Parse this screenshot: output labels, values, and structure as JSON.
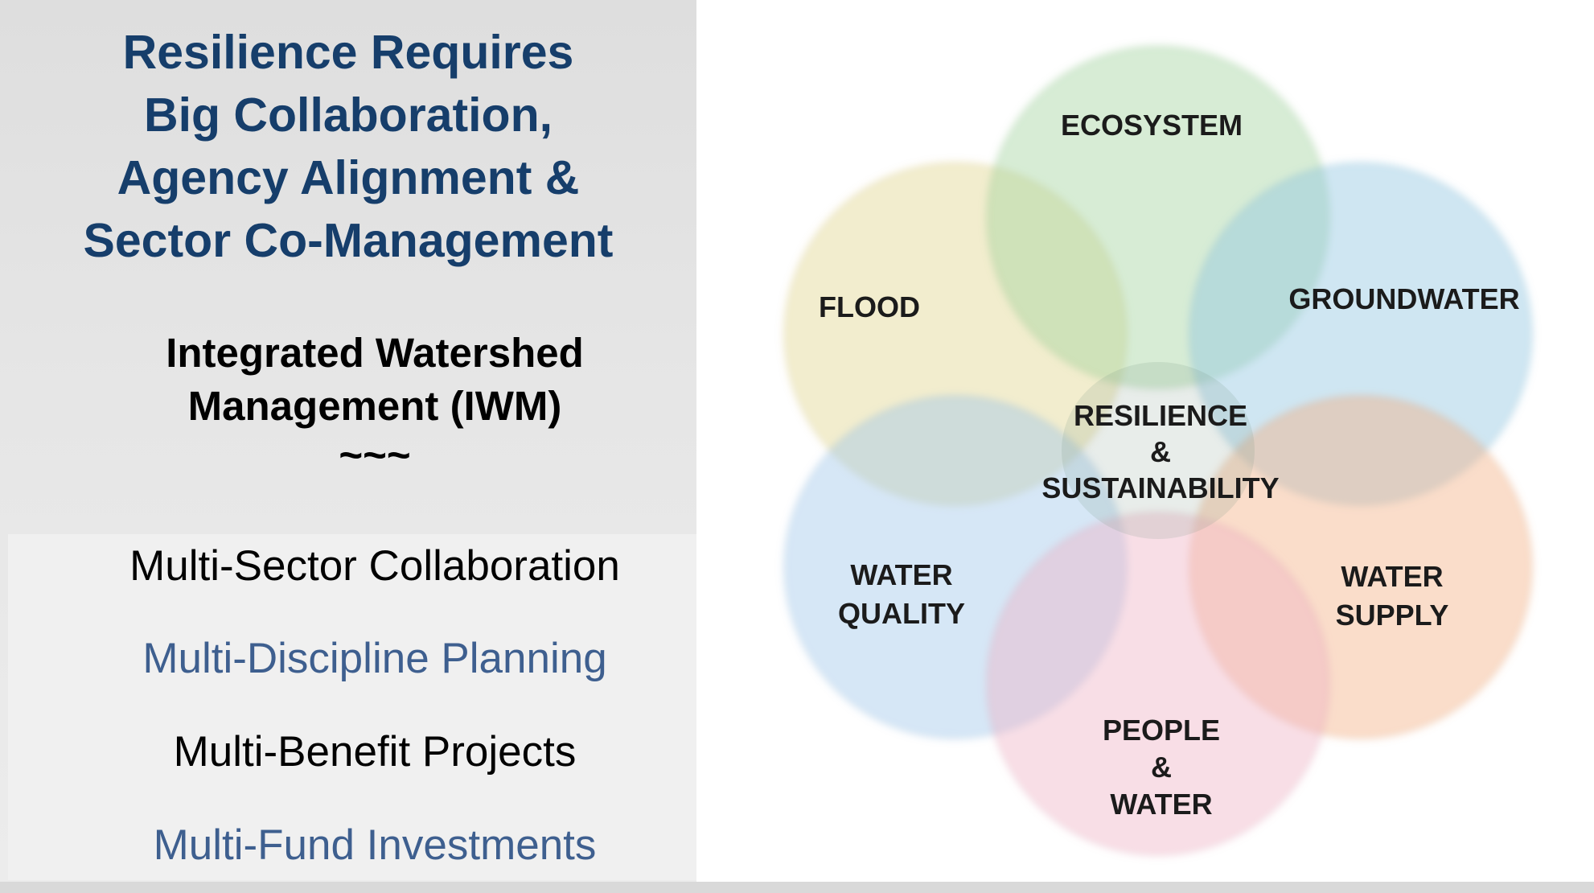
{
  "title": {
    "lines": [
      "Resilience Requires",
      "Big Collaboration,",
      "Agency Alignment &",
      "Sector Co-Management"
    ]
  },
  "subtitle": {
    "lines": [
      "Integrated Watershed",
      "Management (IWM)"
    ],
    "separator": "~~~"
  },
  "list": {
    "items": [
      "Multi-Sector Collaboration",
      "Multi-Discipline Planning",
      "Multi-Benefit Projects",
      "Multi-Fund Investments"
    ]
  },
  "colors": {
    "title": "#163e6b",
    "list_accent": "#3e5f8f"
  },
  "diagram": {
    "center_label": [
      "RESILIENCE",
      "&",
      "SUSTAINABILITY"
    ],
    "petals": [
      {
        "id": "ecosystem",
        "label": [
          "ECOSYSTEM"
        ],
        "color": "#9fd19a"
      },
      {
        "id": "groundwater",
        "label": [
          "GROUNDWATER"
        ],
        "color": "#8cc4df"
      },
      {
        "id": "water-supply",
        "label": [
          "WATER",
          "SUPPLY"
        ],
        "color": "#f3ae80"
      },
      {
        "id": "people-water",
        "label": [
          "PEOPLE",
          "&",
          "WATER"
        ],
        "color": "#eeb1c4"
      },
      {
        "id": "water-quality",
        "label": [
          "WATER",
          "QUALITY"
        ],
        "color": "#9ec6ea"
      },
      {
        "id": "flood",
        "label": [
          "FLOOD"
        ],
        "color": "#e1d38a"
      }
    ]
  }
}
